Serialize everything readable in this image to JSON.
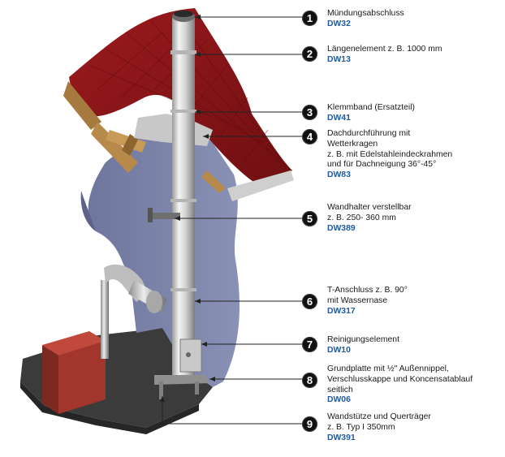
{
  "callouts": [
    {
      "number": "1",
      "description": "Mündungsabschluss",
      "code": "DW32"
    },
    {
      "number": "2",
      "description": "Längenelement z. B. 1000 mm",
      "code": "DW13"
    },
    {
      "number": "3",
      "description": "Klemmband (Ersatzteil)",
      "code": "DW41"
    },
    {
      "number": "4",
      "description": "Dachdurchführung mit\nWetterkragen\nz. B. mit Edelstahleindeckrahmen\nund für Dachneigung 36°-45°",
      "code": "DW83"
    },
    {
      "number": "5",
      "description": "Wandhalter verstellbar\nz. B.  250- 360 mm",
      "code": "DW389"
    },
    {
      "number": "6",
      "description": "T-Anschluss z. B. 90°\nmit Wassernase",
      "code": "DW317"
    },
    {
      "number": "7",
      "description": "Reinigungselement",
      "code": "DW10"
    },
    {
      "number": "8",
      "description": "Grundplatte mit ½\" Außennippel,\nVerschlusskappe und Koncensatablauf\nseitlich",
      "code": "DW06"
    },
    {
      "number": "9",
      "description": "Wandstütze und Querträger\nz. B. Typ I 350mm",
      "code": "DW391"
    }
  ],
  "colors": {
    "roof": "#8e1518",
    "wall": "#7f86ad",
    "floor": "#3c3c3c",
    "boiler": "#a2362c",
    "steel": "#d7d7d7",
    "badge": "#111111",
    "code": "#1f5a9e"
  }
}
